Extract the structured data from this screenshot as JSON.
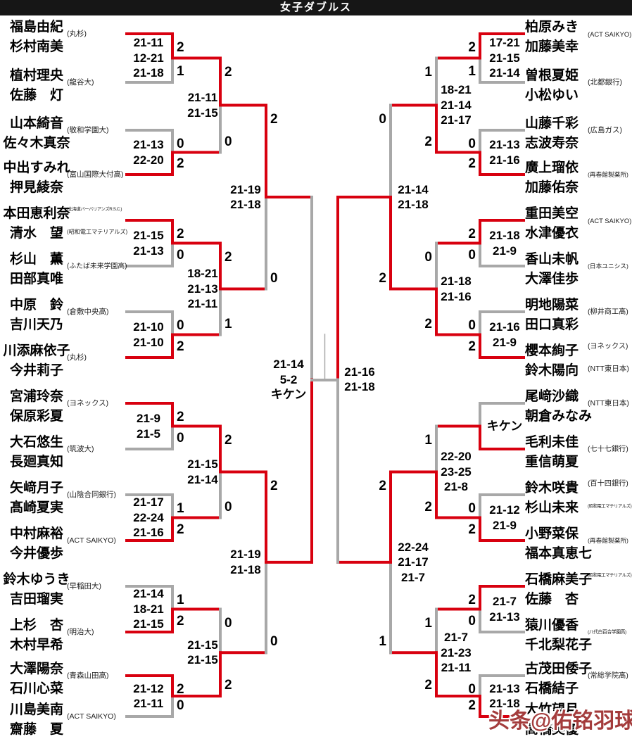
{
  "title": "女子ダブルス",
  "watermark": "头条@佑铭羽球",
  "colors": {
    "win": "#d8000f",
    "lose": "#a8a8a8",
    "header_bg": "#161616",
    "watermark": "#a43c3c"
  },
  "bracket": {
    "left": {
      "teams": [
        {
          "players": [
            "福島由紀",
            "杉村南美"
          ],
          "affiliations": [
            "(丸杉)"
          ]
        },
        {
          "players": [
            "植村理央",
            "佐藤　灯"
          ],
          "affiliations": [
            "(龍谷大)"
          ]
        },
        {
          "players": [
            "山本綺音",
            "佐々木真奈"
          ],
          "affiliations": [
            "(敬和学園大)"
          ]
        },
        {
          "players": [
            "中出すみれ",
            "押見綾奈"
          ],
          "affiliations": [
            "(富山国際大付高)"
          ]
        },
        {
          "players": [
            "本田恵利奈",
            "清水　望"
          ],
          "affiliations": [
            "(北海道バーバリアンズR.S.C.)",
            "(昭和電工マテリアルズ)"
          ]
        },
        {
          "players": [
            "杉山　薫",
            "田部真唯"
          ],
          "affiliations": [
            "(ふたば未来学園高)"
          ]
        },
        {
          "players": [
            "中原　鈴",
            "吉川天乃"
          ],
          "affiliations": [
            "(倉敷中央高)"
          ]
        },
        {
          "players": [
            "川添麻依子",
            "今井莉子"
          ],
          "affiliations": [
            "(丸杉)"
          ]
        },
        {
          "players": [
            "宮浦玲奈",
            "保原彩夏"
          ],
          "affiliations": [
            "(ヨネックス)"
          ]
        },
        {
          "players": [
            "大石悠生",
            "長廻真知"
          ],
          "affiliations": [
            "(筑波大)"
          ]
        },
        {
          "players": [
            "矢﨑月子",
            "髙崎夏実"
          ],
          "affiliations": [
            "(山陰合同銀行)"
          ]
        },
        {
          "players": [
            "中村麻裕",
            "今井優歩"
          ],
          "affiliations": [
            "(ACT SAIKYO)"
          ]
        },
        {
          "players": [
            "鈴木ゆうき",
            "吉田瑠実"
          ],
          "affiliations": [
            "(早稲田大)"
          ]
        },
        {
          "players": [
            "上杉　杏",
            "木村早希"
          ],
          "affiliations": [
            "(明治大)"
          ]
        },
        {
          "players": [
            "大澤陽奈",
            "石川心菜"
          ],
          "affiliations": [
            "(青森山田高)"
          ]
        },
        {
          "players": [
            "川島美南",
            "齋藤　夏"
          ],
          "affiliations": [
            "(ACT SAIKYO)"
          ]
        }
      ],
      "round1": [
        {
          "scores": [
            "21-11",
            "12-21",
            "21-18"
          ],
          "games": [
            "2",
            "1"
          ],
          "winner": "top"
        },
        {
          "scores": [
            "21-13",
            "22-20"
          ],
          "games": [
            "0",
            "2"
          ],
          "winner": "bottom"
        },
        {
          "scores": [
            "21-15",
            "21-13"
          ],
          "games": [
            "2",
            "0"
          ],
          "winner": "top"
        },
        {
          "scores": [
            "21-10",
            "21-10"
          ],
          "games": [
            "0",
            "2"
          ],
          "winner": "bottom"
        },
        {
          "scores": [
            "21-9",
            "21-5"
          ],
          "games": [
            "2",
            "0"
          ],
          "winner": "top"
        },
        {
          "scores": [
            "21-17",
            "22-24",
            "21-16"
          ],
          "games": [
            "1",
            "2"
          ],
          "winner": "bottom"
        },
        {
          "scores": [
            "21-14",
            "18-21",
            "21-15"
          ],
          "games": [
            "1",
            "2"
          ],
          "winner": "bottom"
        },
        {
          "scores": [
            "21-12",
            "21-11"
          ],
          "games": [
            "2",
            "0"
          ],
          "winner": "top"
        }
      ],
      "round2": [
        {
          "scores": [
            "21-11",
            "21-15"
          ],
          "games": [
            "2",
            "0"
          ],
          "winner": "top"
        },
        {
          "scores": [
            "18-21",
            "21-13",
            "21-11"
          ],
          "games": [
            "2",
            "1"
          ],
          "winner": "top"
        },
        {
          "scores": [
            "21-15",
            "21-14"
          ],
          "games": [
            "2",
            "0"
          ],
          "winner": "top"
        },
        {
          "scores": [
            "21-15",
            "21-15"
          ],
          "games": [
            "0",
            "2"
          ],
          "winner": "bottom"
        }
      ],
      "quarterfinals": [
        {
          "scores": [
            "21-19",
            "21-18"
          ],
          "games": [
            "2",
            "0"
          ],
          "winner": "top"
        },
        {
          "scores": [
            "21-19",
            "21-18"
          ],
          "games": [
            "2",
            "0"
          ],
          "winner": "top"
        }
      ],
      "semifinal": {
        "scores": [
          "21-14",
          "5-2",
          "キケン"
        ],
        "games": null,
        "winner": "bottom"
      }
    },
    "right": {
      "teams": [
        {
          "players": [
            "柏原みき",
            "加藤美幸"
          ],
          "affiliations": [
            "(ACT SAIKYO)"
          ]
        },
        {
          "players": [
            "曽根夏姫",
            "小松ゆい"
          ],
          "affiliations": [
            "(北都銀行)"
          ]
        },
        {
          "players": [
            "山藤千彩",
            "志波寿奈"
          ],
          "affiliations": [
            "(広島ガス)"
          ]
        },
        {
          "players": [
            "廣上瑠依",
            "加藤佑奈"
          ],
          "affiliations": [
            "(再春館製薬所)"
          ]
        },
        {
          "players": [
            "重田美空",
            "水津優衣"
          ],
          "affiliations": [
            "(ACT SAIKYO)"
          ]
        },
        {
          "players": [
            "香山未帆",
            "大澤佳歩"
          ],
          "affiliations": [
            "(日本ユニシス)"
          ]
        },
        {
          "players": [
            "明地陽菜",
            "田口真彩"
          ],
          "affiliations": [
            "(柳井商工高)"
          ]
        },
        {
          "players": [
            "櫻本絢子",
            "鈴木陽向"
          ],
          "affiliations": [
            "(ヨネックス)",
            "(NTT東日本)"
          ]
        },
        {
          "players": [
            "尾﨑沙織",
            "朝倉みなみ"
          ],
          "affiliations": [
            "(NTT東日本)"
          ]
        },
        {
          "players": [
            "毛利未佳",
            "重信萌夏"
          ],
          "affiliations": [
            "(七十七銀行)"
          ]
        },
        {
          "players": [
            "鈴木咲貴",
            "杉山未来"
          ],
          "affiliations": [
            "(百十四銀行)",
            "(昭和電工マテリアルズ)"
          ]
        },
        {
          "players": [
            "小野菜保",
            "福本真恵七"
          ],
          "affiliations": [
            "(再春館製薬所)"
          ]
        },
        {
          "players": [
            "石橋麻美子",
            "佐藤　杏"
          ],
          "affiliations": [
            "(昭和電工マテリアルズ)",
            ""
          ]
        },
        {
          "players": [
            "猿川優香",
            "千北梨花子"
          ],
          "affiliations": [
            "(八代白百合学園高)"
          ]
        },
        {
          "players": [
            "古茂田倭子",
            "石橋結子"
          ],
          "affiliations": [
            "(常総学院高)"
          ]
        },
        {
          "players": [
            "大竹望月",
            "髙橋美優"
          ],
          "affiliations": []
        }
      ],
      "round1": [
        {
          "scores": [
            "17-21",
            "21-15",
            "21-14"
          ],
          "games": [
            "2",
            "1"
          ],
          "winner": "top"
        },
        {
          "scores": [
            "21-13",
            "21-16"
          ],
          "games": [
            "0",
            "2"
          ],
          "winner": "bottom"
        },
        {
          "scores": [
            "21-18",
            "21-9"
          ],
          "games": [
            "2",
            "0"
          ],
          "winner": "top"
        },
        {
          "scores": [
            "21-16",
            "21-9"
          ],
          "games": [
            "0",
            "2"
          ],
          "winner": "bottom"
        },
        {
          "scores": [
            "キケン"
          ],
          "games": null,
          "winner": "bottom"
        },
        {
          "scores": [
            "21-12",
            "21-9"
          ],
          "games": [
            "0",
            "2"
          ],
          "winner": "bottom"
        },
        {
          "scores": [
            "21-7",
            "21-13"
          ],
          "games": [
            "2",
            "0"
          ],
          "winner": "top"
        },
        {
          "scores": [
            "21-13",
            "21-18"
          ],
          "games": [
            "0",
            "2"
          ],
          "winner": "bottom"
        }
      ],
      "round2": [
        {
          "scores": [
            "18-21",
            "21-14",
            "21-17"
          ],
          "games": [
            "1",
            "2"
          ],
          "winner": "bottom"
        },
        {
          "scores": [
            "21-18",
            "21-16"
          ],
          "games": [
            "0",
            "2"
          ],
          "winner": "bottom"
        },
        {
          "scores": [
            "22-20",
            "23-25",
            "21-8"
          ],
          "games": [
            "1",
            "2"
          ],
          "winner": "bottom"
        },
        {
          "scores": [
            "21-7",
            "21-23",
            "21-11"
          ],
          "games": [
            "1",
            "2"
          ],
          "winner": "bottom"
        }
      ],
      "quarterfinals": [
        {
          "scores": [
            "21-14",
            "21-18"
          ],
          "games": [
            "0",
            "2"
          ],
          "winner": "bottom"
        },
        {
          "scores": [
            "22-24",
            "21-17",
            "21-7"
          ],
          "games": [
            "2",
            "1"
          ],
          "winner": "top"
        }
      ],
      "semifinal": {
        "scores": [
          "21-16",
          "21-18"
        ],
        "games": null,
        "winner": "top"
      }
    }
  },
  "final": {
    "result_shown": false
  }
}
